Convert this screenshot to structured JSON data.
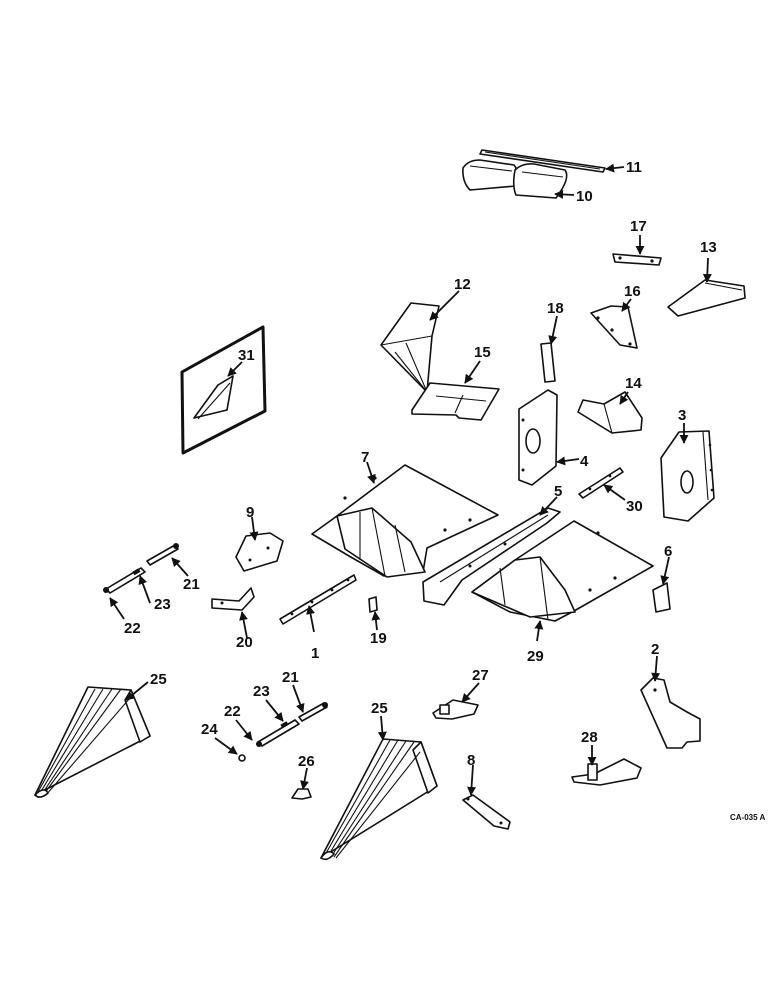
{
  "diagram": {
    "callouts": [
      "1",
      "2",
      "3",
      "4",
      "5",
      "6",
      "7",
      "8",
      "9",
      "10",
      "11",
      "12",
      "13",
      "14",
      "15",
      "16",
      "17",
      "18",
      "19",
      "20",
      "21",
      "21",
      "22",
      "22",
      "23",
      "23",
      "24",
      "25",
      "25",
      "26",
      "27",
      "28",
      "29",
      "30",
      "31"
    ],
    "drawing_code": "CA-035 A"
  }
}
